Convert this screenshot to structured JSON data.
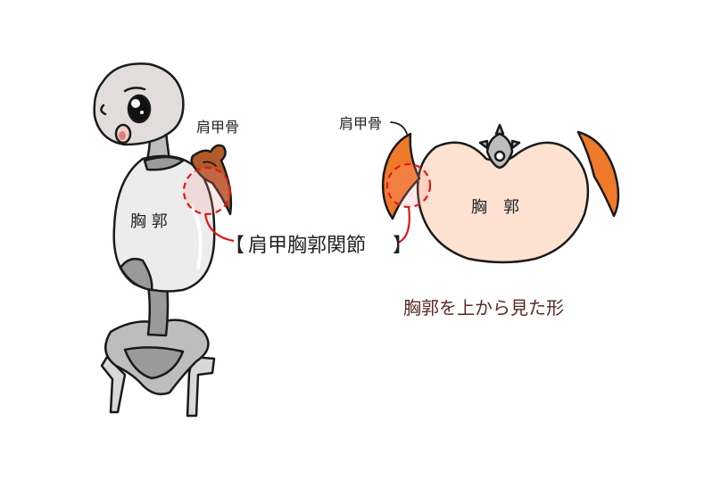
{
  "labels": {
    "scapula_left": "肩甲骨",
    "scapula_right": "肩甲骨",
    "thorax_body": "胸 郭",
    "thorax_top": "胸　郭",
    "joint_bracket_open": "【",
    "joint_name": "肩甲胸郭関節",
    "joint_bracket_close": "】",
    "caption": "胸郭を上から見た形"
  },
  "colors": {
    "outline": "#1a1a1a",
    "head_fill": "#e2dcdc",
    "torso_fill": "#ececec",
    "gray_fill": "#9a9a9a",
    "bone_fill": "#d8d8d8",
    "scapula_brown": "#b35a2a",
    "scapula_orange": "#f07a2c",
    "thorax_fill": "#fde1d1",
    "highlight_red": "#e01818",
    "caption_color": "#5a2a22"
  }
}
